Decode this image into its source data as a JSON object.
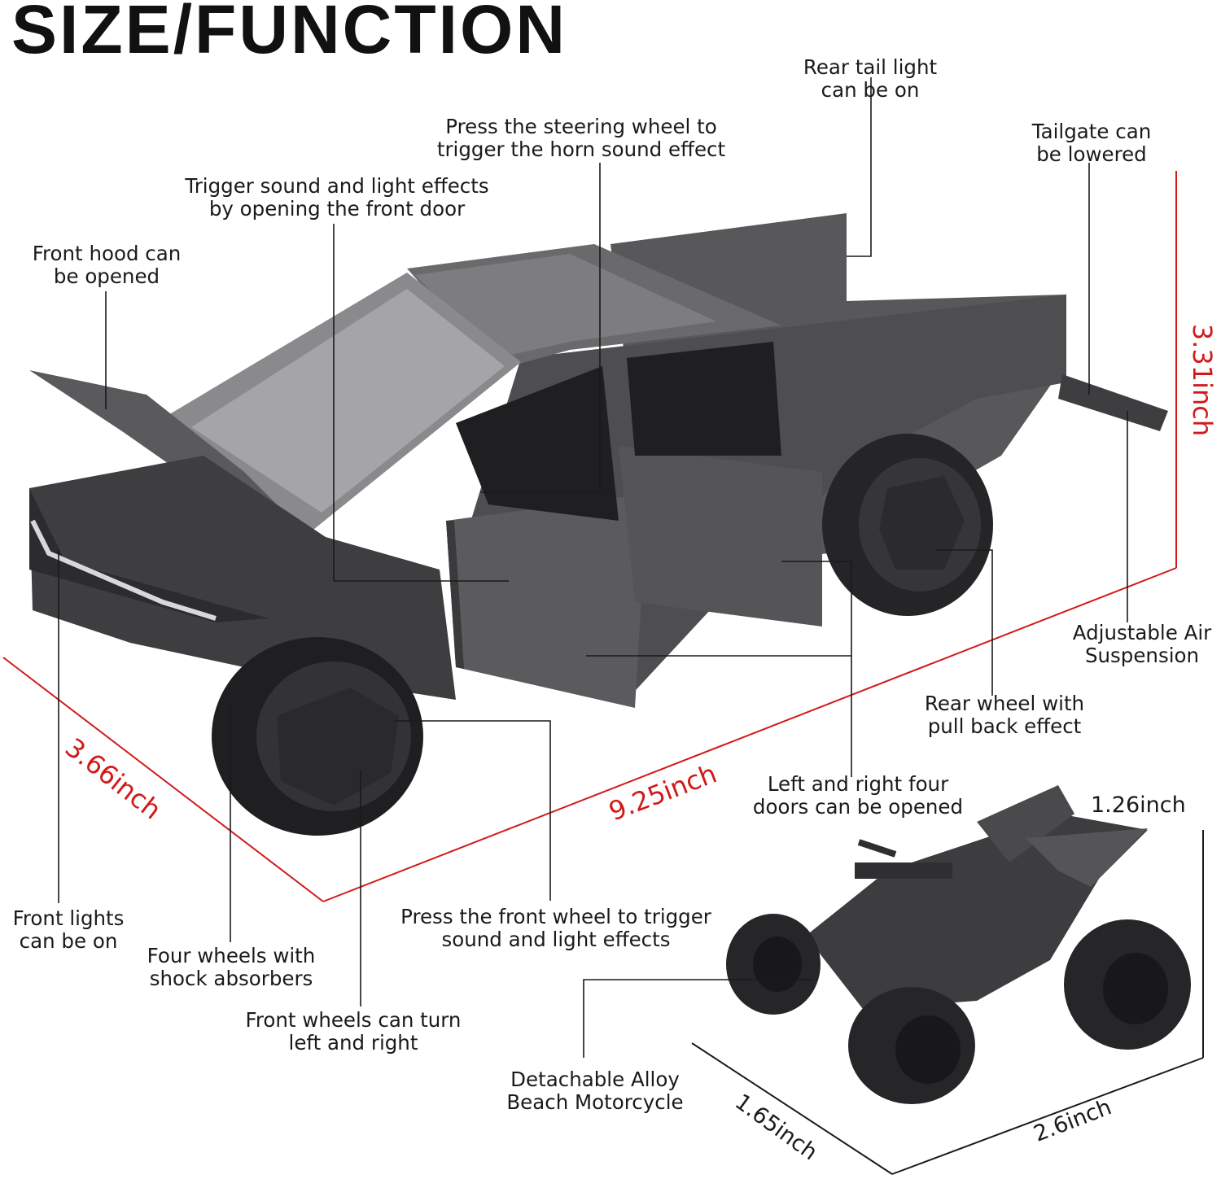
{
  "title": "SIZE/FUNCTION",
  "callouts": {
    "rear_tail_light": [
      "Rear tail light",
      "can be on"
    ],
    "horn": [
      "Press the steering wheel to",
      "trigger the horn sound effect"
    ],
    "tailgate": [
      "Tailgate can",
      "be lowered"
    ],
    "door_sound": [
      "Trigger sound and light effects",
      "by opening the front door"
    ],
    "front_hood": [
      "Front hood can",
      "be opened"
    ],
    "air_suspension": [
      "Adjustable Air",
      "Suspension"
    ],
    "rear_wheel": [
      "Rear wheel with",
      "pull back effect"
    ],
    "four_doors": [
      "Left and right four",
      "doors can be opened"
    ],
    "front_lights": [
      "Front lights",
      "can be on"
    ],
    "shock_absorbers": [
      "Four wheels with",
      "shock absorbers"
    ],
    "front_wheel_press": [
      "Press the front wheel to trigger",
      "sound and light effects"
    ],
    "front_wheels_turn": [
      "Front wheels can turn",
      "left and right"
    ],
    "motorcycle": [
      "Detachable Alloy",
      "Beach Motorcycle"
    ]
  },
  "dimensions": {
    "truck_height": "3.31inch",
    "truck_width": "3.66inch",
    "truck_length": "9.25inch",
    "moto_height": "1.26inch",
    "moto_width": "1.65inch",
    "moto_length": "2.6inch"
  },
  "colors": {
    "dimension_red": "#d11a1a",
    "body_gray": "#4a4a4c",
    "text": "#1a1a1a"
  }
}
